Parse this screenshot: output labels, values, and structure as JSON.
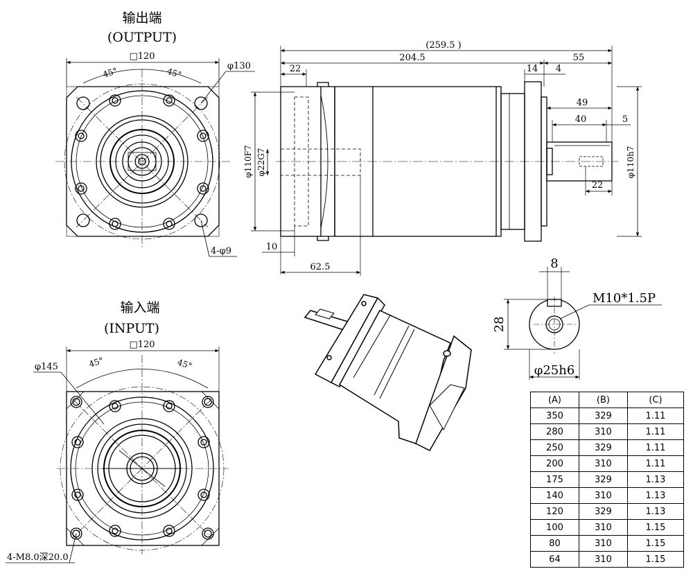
{
  "output_view": {
    "title_cn": "输出端",
    "title_en": "(OUTPUT)",
    "square": "□120",
    "angle_left": "45°",
    "angle_right": "45°",
    "pcd": "φ130",
    "holes": "4-φ9"
  },
  "input_view": {
    "title_cn": "输入端",
    "title_en": "(INPUT)",
    "square": "□120",
    "angle_left": "45°",
    "angle_right": "45°",
    "pcd": "φ145",
    "holes": "4-M8.0深20.0"
  },
  "side_view": {
    "total_length": "(259.5 )",
    "body_length": "204.5",
    "shaft_length": "55",
    "input_flange": "22",
    "flange_thickness": "14",
    "flange_step": "4",
    "shaft_49": "49",
    "shaft_40": "40",
    "shaft_5": "5",
    "shaft_22": "22",
    "input_bore": "φ110F7",
    "input_bore2": "φ22G7",
    "output_pilot": "φ110h7",
    "bottom_10": "10",
    "bottom_62_5": "62.5"
  },
  "shaft_detail": {
    "key_width": "8",
    "height": "28",
    "thread": "M10*1.5P",
    "diameter": "φ25h6"
  },
  "ratio_table": {
    "headers": [
      "(A)",
      "(B)",
      "(C)"
    ],
    "rows": [
      [
        "350",
        "329",
        "1.11"
      ],
      [
        "280",
        "310",
        "1.11"
      ],
      [
        "250",
        "329",
        "1.11"
      ],
      [
        "200",
        "310",
        "1.11"
      ],
      [
        "175",
        "329",
        "1.13"
      ],
      [
        "140",
        "310",
        "1.13"
      ],
      [
        "120",
        "329",
        "1.13"
      ],
      [
        "100",
        "310",
        "1.15"
      ],
      [
        "80",
        "310",
        "1.15"
      ],
      [
        "64",
        "310",
        "1.15"
      ]
    ]
  }
}
